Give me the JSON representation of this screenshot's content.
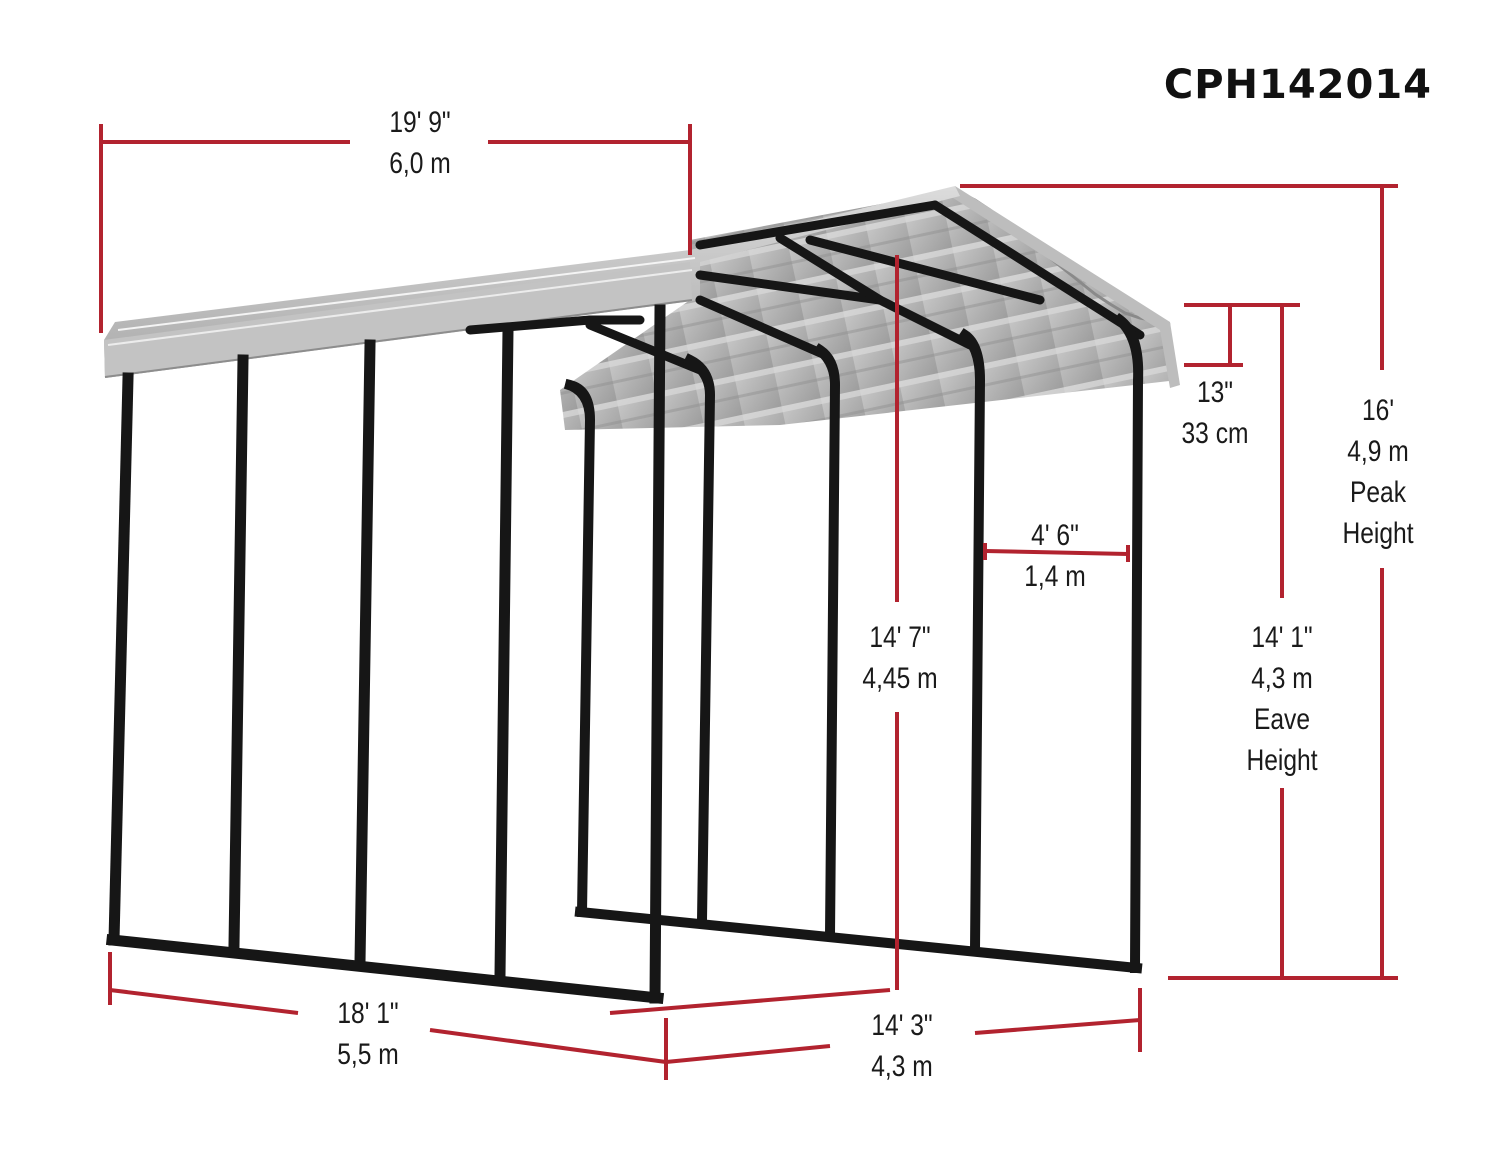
{
  "model": "CPH142014",
  "colors": {
    "dimension_line": "#b2232f",
    "frame": "#161616",
    "roof_light": "#d3d3d3",
    "roof_mid": "#b9b9b9",
    "roof_dark": "#9a9a9a",
    "text": "#1a1a1a",
    "background": "#ffffff"
  },
  "dimensions": {
    "roof_length": {
      "imperial": "19' 9\"",
      "metric": "6,0 m"
    },
    "overhang": {
      "imperial": "13\"",
      "metric": "33 cm"
    },
    "peak_height": {
      "imperial": "16'",
      "metric": "4,9 m",
      "label_1": "Peak",
      "label_2": "Height"
    },
    "bay_spacing": {
      "imperial": "4' 6\"",
      "metric": "1,4 m"
    },
    "center_clearance": {
      "imperial": "14' 7\"",
      "metric": "4,45 m"
    },
    "eave_height": {
      "imperial": "14' 1\"",
      "metric": "4,3 m",
      "label_1": "Eave",
      "label_2": "Height"
    },
    "base_length": {
      "imperial": "18' 1\"",
      "metric": "5,5 m"
    },
    "base_width": {
      "imperial": "14' 3\"",
      "metric": "4,3 m"
    }
  }
}
